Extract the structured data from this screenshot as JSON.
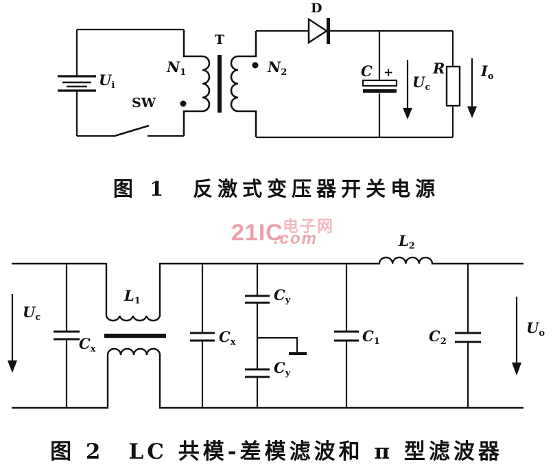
{
  "watermark": {
    "brand": "21IC",
    "site": "电子网",
    "suffix": ".com",
    "color": "#ec9faa"
  },
  "figure1": {
    "caption": "图 1　反激式变压器开关电源",
    "labels": {
      "ui": {
        "main": "U",
        "sub": "i"
      },
      "sw": {
        "main": "SW",
        "sub": ""
      },
      "n1": {
        "main": "N",
        "sub": "1"
      },
      "t": {
        "main": "T",
        "sub": ""
      },
      "n2": {
        "main": "N",
        "sub": "2"
      },
      "d": {
        "main": "D",
        "sub": ""
      },
      "c": {
        "main": "C",
        "sub": ""
      },
      "plus": {
        "main": "+",
        "sub": ""
      },
      "uc": {
        "main": "U",
        "sub": "c"
      },
      "r": {
        "main": "R",
        "sub": ""
      },
      "io": {
        "main": "I",
        "sub": "o"
      }
    }
  },
  "figure2": {
    "caption": "图 2　LC 共模-差模滤波和 π 型滤波器",
    "labels": {
      "uc": {
        "main": "U",
        "sub": "c"
      },
      "cx1": {
        "main": "C",
        "sub": "x"
      },
      "l1": {
        "main": "L",
        "sub": "1"
      },
      "cx2": {
        "main": "C",
        "sub": "x"
      },
      "cy1": {
        "main": "C",
        "sub": "y"
      },
      "cy2": {
        "main": "C",
        "sub": "y"
      },
      "c1": {
        "main": "C",
        "sub": "1"
      },
      "l2": {
        "main": "L",
        "sub": "2"
      },
      "c2": {
        "main": "C",
        "sub": "2"
      },
      "uo": {
        "main": "U",
        "sub": "o"
      }
    }
  }
}
